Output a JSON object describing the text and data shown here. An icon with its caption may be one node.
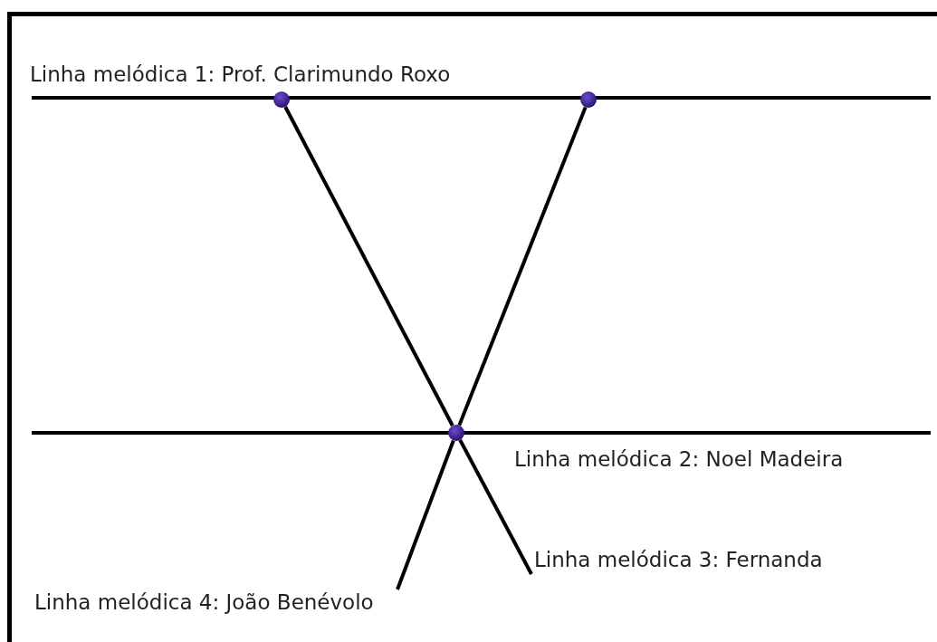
{
  "diagram": {
    "nodes": [
      {
        "text": [],
        "shape": "circle"
      },
      {
        "text": [],
        "shape": "circle"
      },
      {
        "text": [],
        "shape": "circle"
      },
      {
        "text": [
          "Linha melódica 3: Fernanda"
        ]
      },
      {
        "text": [
          "Linha melódica 4: João Benévolo"
        ]
      }
    ],
    "edges": [
      {
        "from": 0,
        "to": 2,
        "arrow": "none"
      },
      {
        "from": 2,
        "to": 3,
        "arrow": "none"
      },
      {
        "from": 1,
        "to": 2,
        "arrow": "none"
      },
      {
        "from": 2,
        "to": 4,
        "arrow": "none"
      }
    ],
    "labels": [
      "Linha melódica 1: Prof. Clarimundo Roxo",
      "Linha melódica 2: Noel Madeira"
    ]
  }
}
